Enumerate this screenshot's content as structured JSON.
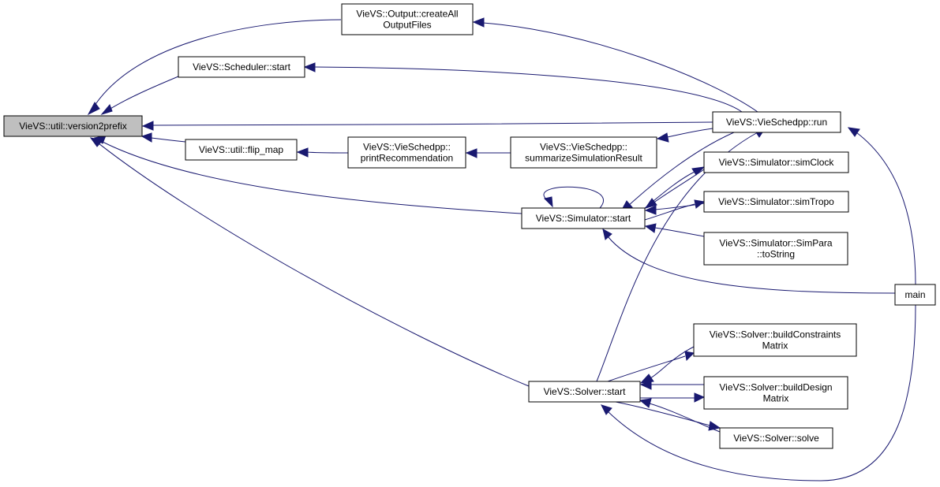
{
  "nodes": {
    "version2prefix": {
      "lines": [
        "VieVS::util::version2prefix"
      ]
    },
    "output_create": {
      "lines": [
        "VieVS::Output::createAll",
        "OutputFiles"
      ]
    },
    "scheduler_start": {
      "lines": [
        "VieVS::Scheduler::start"
      ]
    },
    "flip_map": {
      "lines": [
        "VieVS::util::flip_map"
      ]
    },
    "print_rec": {
      "lines": [
        "VieVS::VieSchedpp::",
        "printRecommendation"
      ]
    },
    "summarize": {
      "lines": [
        "VieVS::VieSchedpp::",
        "summarizeSimulationResult"
      ]
    },
    "vieschedpp_run": {
      "lines": [
        "VieVS::VieSchedpp::run"
      ]
    },
    "sim_start": {
      "lines": [
        "VieVS::Simulator::start"
      ]
    },
    "sim_clock": {
      "lines": [
        "VieVS::Simulator::simClock"
      ]
    },
    "sim_tropo": {
      "lines": [
        "VieVS::Simulator::simTropo"
      ]
    },
    "simpara": {
      "lines": [
        "VieVS::Simulator::SimPara",
        "::toString"
      ]
    },
    "main": {
      "lines": [
        "main"
      ]
    },
    "solver_start": {
      "lines": [
        "VieVS::Solver::start"
      ]
    },
    "build_constraints": {
      "lines": [
        "VieVS::Solver::buildConstraints",
        "Matrix"
      ]
    },
    "build_design": {
      "lines": [
        "VieVS::Solver::buildDesign",
        "Matrix"
      ]
    },
    "solver_solve": {
      "lines": [
        "VieVS::Solver::solve"
      ]
    }
  },
  "colors": {
    "edge": "#191970",
    "highlight_fill": "#bfbfbf",
    "node_fill": "#ffffff",
    "node_stroke": "#000000"
  }
}
